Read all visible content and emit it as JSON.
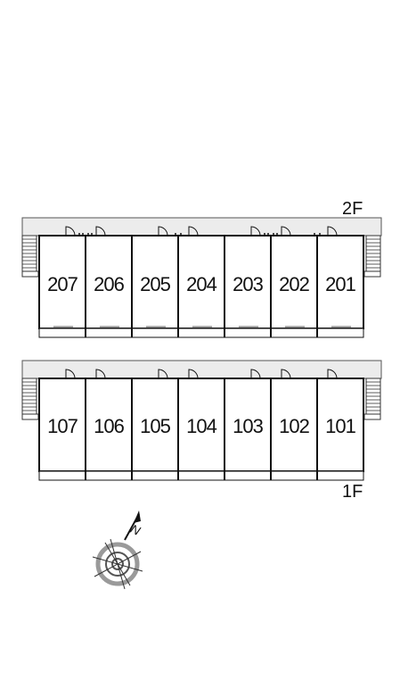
{
  "floors": [
    {
      "label": "2F",
      "rooms": [
        "207",
        "206",
        "205",
        "204",
        "203",
        "202",
        "201"
      ]
    },
    {
      "label": "1F",
      "rooms": [
        "107",
        "106",
        "105",
        "104",
        "103",
        "102",
        "101"
      ]
    }
  ],
  "compass": {
    "north_letter": "N",
    "icon": "compass-rose-icon"
  },
  "colors": {
    "corridor": "#ececec",
    "line": "#111111",
    "compass_ring": "#9a9a9a"
  }
}
